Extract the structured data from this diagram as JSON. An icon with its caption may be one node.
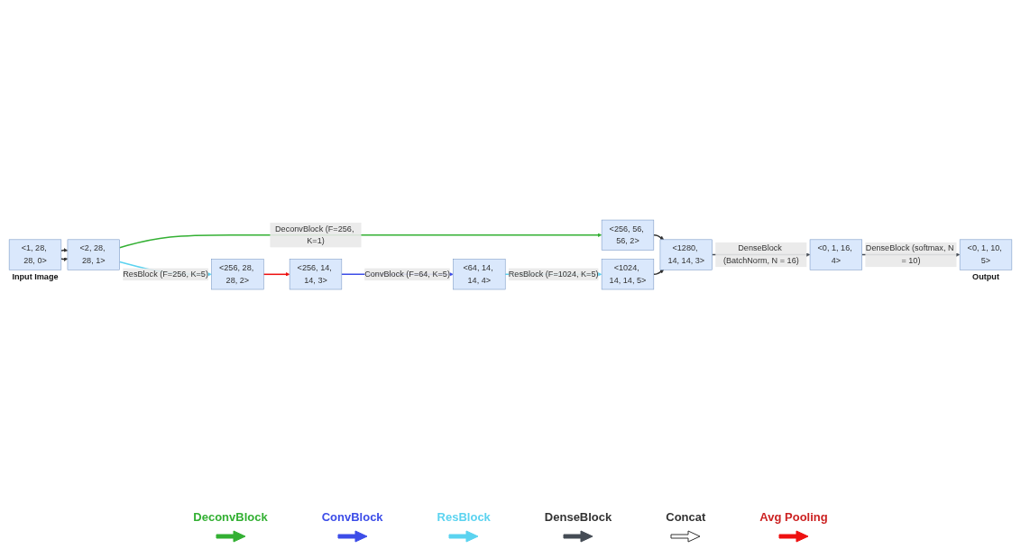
{
  "diagram": {
    "nodes": [
      {
        "text": [
          "<1, 28, 28, 0>"
        ],
        "beside": [
          "Input Image"
        ]
      },
      {
        "text": [
          "<2, 28, 28, 1>"
        ]
      },
      {
        "text": [
          "<256, 56, 56, 2>"
        ]
      },
      {
        "text": [
          "<256, 28, 28, 2>"
        ]
      },
      {
        "text": [
          "<256, 14, 14, 3>"
        ]
      },
      {
        "text": [
          "<64, 14, 14, 4>"
        ]
      },
      {
        "text": [
          "<1024, 14, 14, 5>"
        ]
      },
      {
        "text": [
          "<1280, 14, 14, 3>"
        ]
      },
      {
        "text": [
          "<0, 1, 16, 4>"
        ]
      },
      {
        "text": [
          "<0, 1, 10, 5>"
        ],
        "beside": [
          "Output"
        ]
      }
    ],
    "edges": [
      {
        "from": 0,
        "to": 1,
        "arrow": "to"
      },
      {
        "from": 0,
        "to": 1,
        "arrow": "to"
      },
      {
        "from": 1,
        "to": 2,
        "arrow": "to",
        "label": "DeconvBlock (F=256, K=1)",
        "color": "#33b033"
      },
      {
        "from": 1,
        "to": 3,
        "arrow": "to",
        "label": "ResBlock (F=256, K=5)",
        "color": "#5bd3f0"
      },
      {
        "from": 2,
        "to": 7,
        "arrow": "to"
      },
      {
        "from": 3,
        "to": 4,
        "arrow": "to",
        "color": "#ee1111"
      },
      {
        "from": 4,
        "to": 5,
        "arrow": "to",
        "label": "ConvBlock (F=64, K=5)",
        "color": "#3c4de8"
      },
      {
        "from": 5,
        "to": 6,
        "arrow": "to",
        "label": "ResBlock (F=1024, K=5)",
        "color": "#5bd3f0"
      },
      {
        "from": 6,
        "to": 7,
        "arrow": "to"
      },
      {
        "from": 7,
        "to": 8,
        "arrow": "to",
        "label": "DenseBlock (BatchNorm, N = 16)",
        "color": "#454c55"
      },
      {
        "from": 8,
        "to": 9,
        "arrow": "to",
        "label": "DenseBlock (softmax, N = 10)",
        "color": "#454c55"
      }
    ],
    "legend": [
      {
        "text": "DeconvBlock"
      },
      {
        "text": "ConvBlock"
      },
      {
        "text": "ResBlock"
      },
      {
        "text": "DenseBlock"
      },
      {
        "text": "Concat"
      },
      {
        "text": "Avg Pooling"
      }
    ]
  }
}
